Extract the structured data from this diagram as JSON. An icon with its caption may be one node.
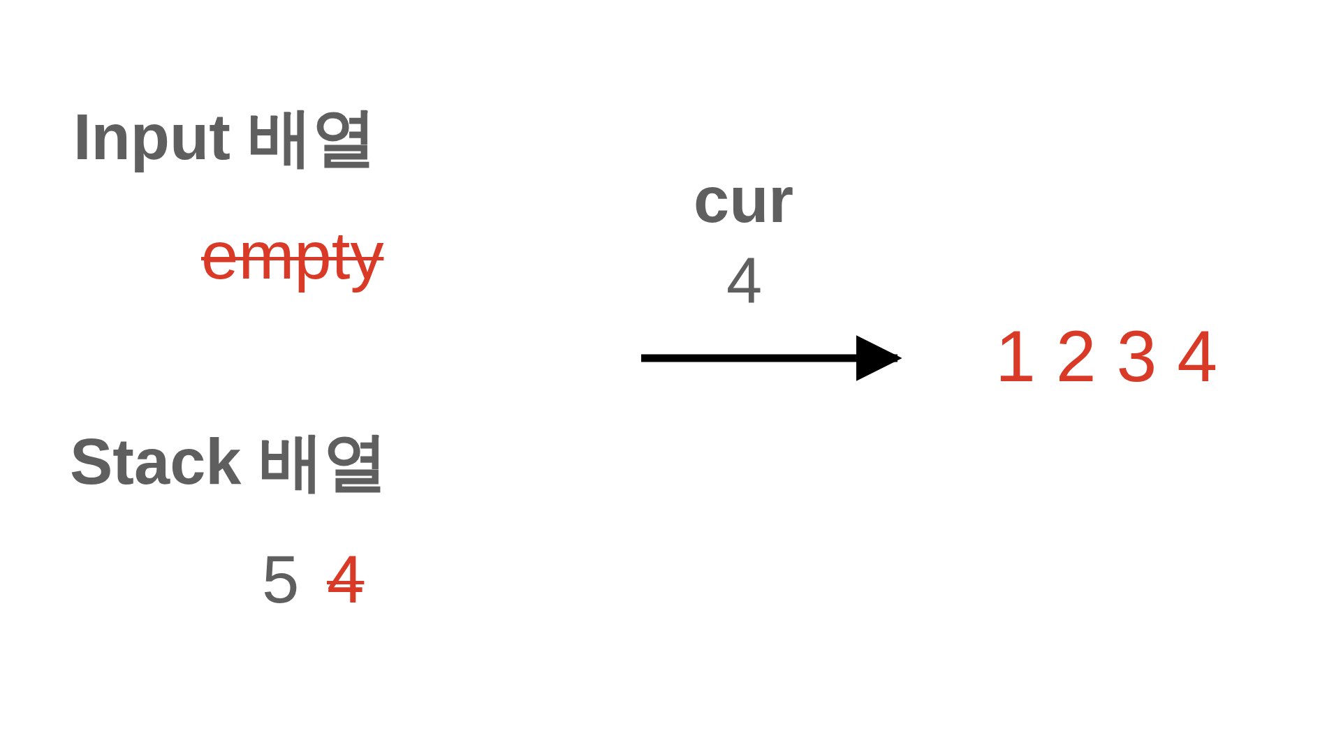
{
  "diagram": {
    "nodes": [
      {
        "text": [
          "cur",
          "4"
        ]
      },
      {
        "text": [
          "1 2 3 4"
        ]
      }
    ],
    "edges": [
      {
        "from": null,
        "to": 1,
        "arrow": "to"
      }
    ],
    "labels": [
      "Input 배열",
      "empty",
      "Stack 배열",
      "5",
      "4"
    ]
  }
}
